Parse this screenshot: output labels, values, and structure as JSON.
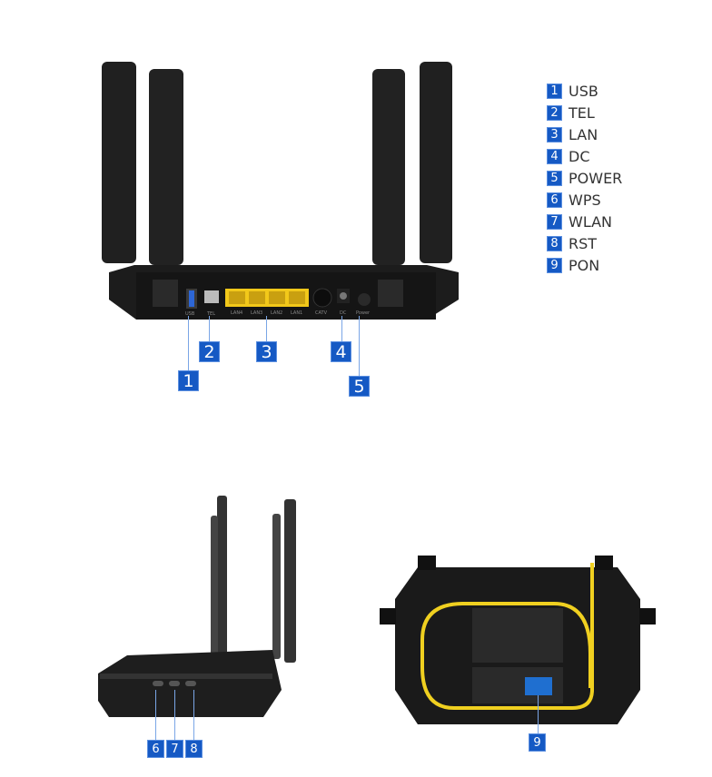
{
  "legend": [
    {
      "num": "1",
      "label": "USB"
    },
    {
      "num": "2",
      "label": "TEL"
    },
    {
      "num": "3",
      "label": "LAN"
    },
    {
      "num": "4",
      "label": "DC"
    },
    {
      "num": "5",
      "label": "POWER"
    },
    {
      "num": "6",
      "label": "WPS"
    },
    {
      "num": "7",
      "label": "WLAN"
    },
    {
      "num": "8",
      "label": "RST"
    },
    {
      "num": "9",
      "label": "PON"
    }
  ],
  "back_view": {
    "port_labels": [
      "USB",
      "TEL",
      "LAN4",
      "LAN3",
      "LAN2",
      "LAN1",
      "CATV",
      "DC",
      "Power"
    ],
    "callouts": [
      "1",
      "2",
      "3",
      "4",
      "5"
    ]
  },
  "side_view": {
    "callouts": [
      "6",
      "7",
      "8"
    ]
  },
  "bottom_view": {
    "callouts": [
      "9"
    ]
  },
  "colors": {
    "badge": "#1559c4",
    "device": "#1c1c1c",
    "lan_port": "#f2c81a",
    "fiber": "#f0d020",
    "pon_connector": "#1f6fd0"
  }
}
